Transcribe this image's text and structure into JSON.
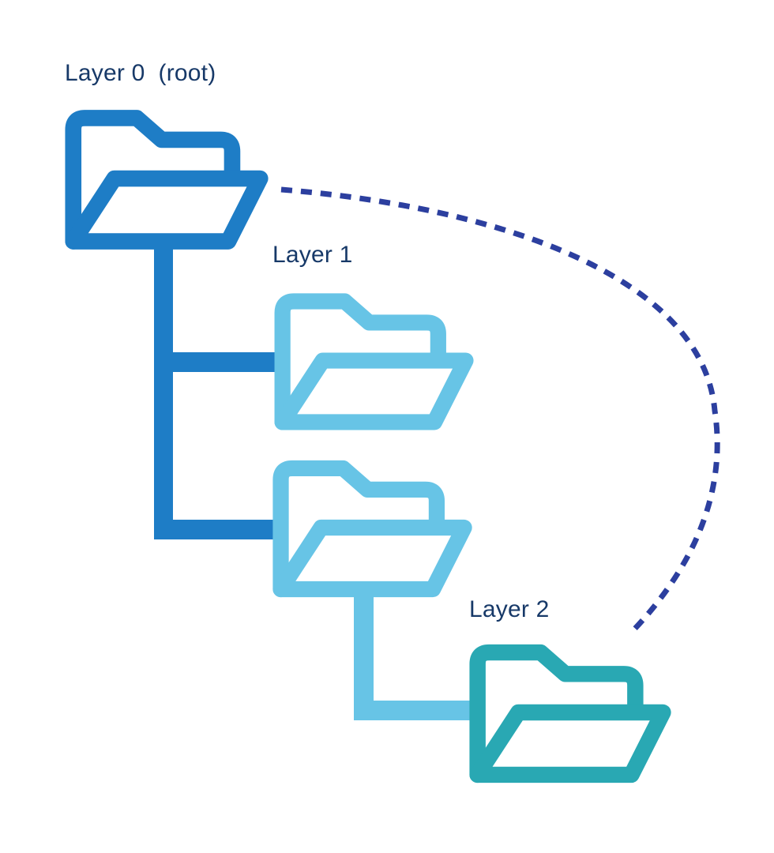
{
  "diagram": {
    "type": "folder-tree",
    "description": "Three-layer folder hierarchy with a dashed shortcut link from the root folder to the deepest folder",
    "layers": [
      {
        "label": "Layer 0  (root)",
        "folder_count": 1
      },
      {
        "label": "Layer 1",
        "folder_count": 2
      },
      {
        "label": "Layer 2",
        "folder_count": 1
      }
    ],
    "edges": [
      {
        "from": "root-folder",
        "to": "layer1-folder-1",
        "style": "solid"
      },
      {
        "from": "root-folder",
        "to": "layer1-folder-2",
        "style": "solid"
      },
      {
        "from": "layer1-folder-2",
        "to": "layer2-folder",
        "style": "solid"
      },
      {
        "from": "root-folder",
        "to": "layer2-folder",
        "style": "dashed"
      }
    ]
  },
  "labels": {
    "layer0": "Layer 0  (root)",
    "layer1": "Layer 1",
    "layer2": "Layer 2"
  },
  "colors": {
    "layer0": "#1e7dc6",
    "layer1": "#67c4e6",
    "layer2": "#29a8b3",
    "label_text": "#173968",
    "dashed_link": "#2c3f9f",
    "background": "#ffffff"
  }
}
